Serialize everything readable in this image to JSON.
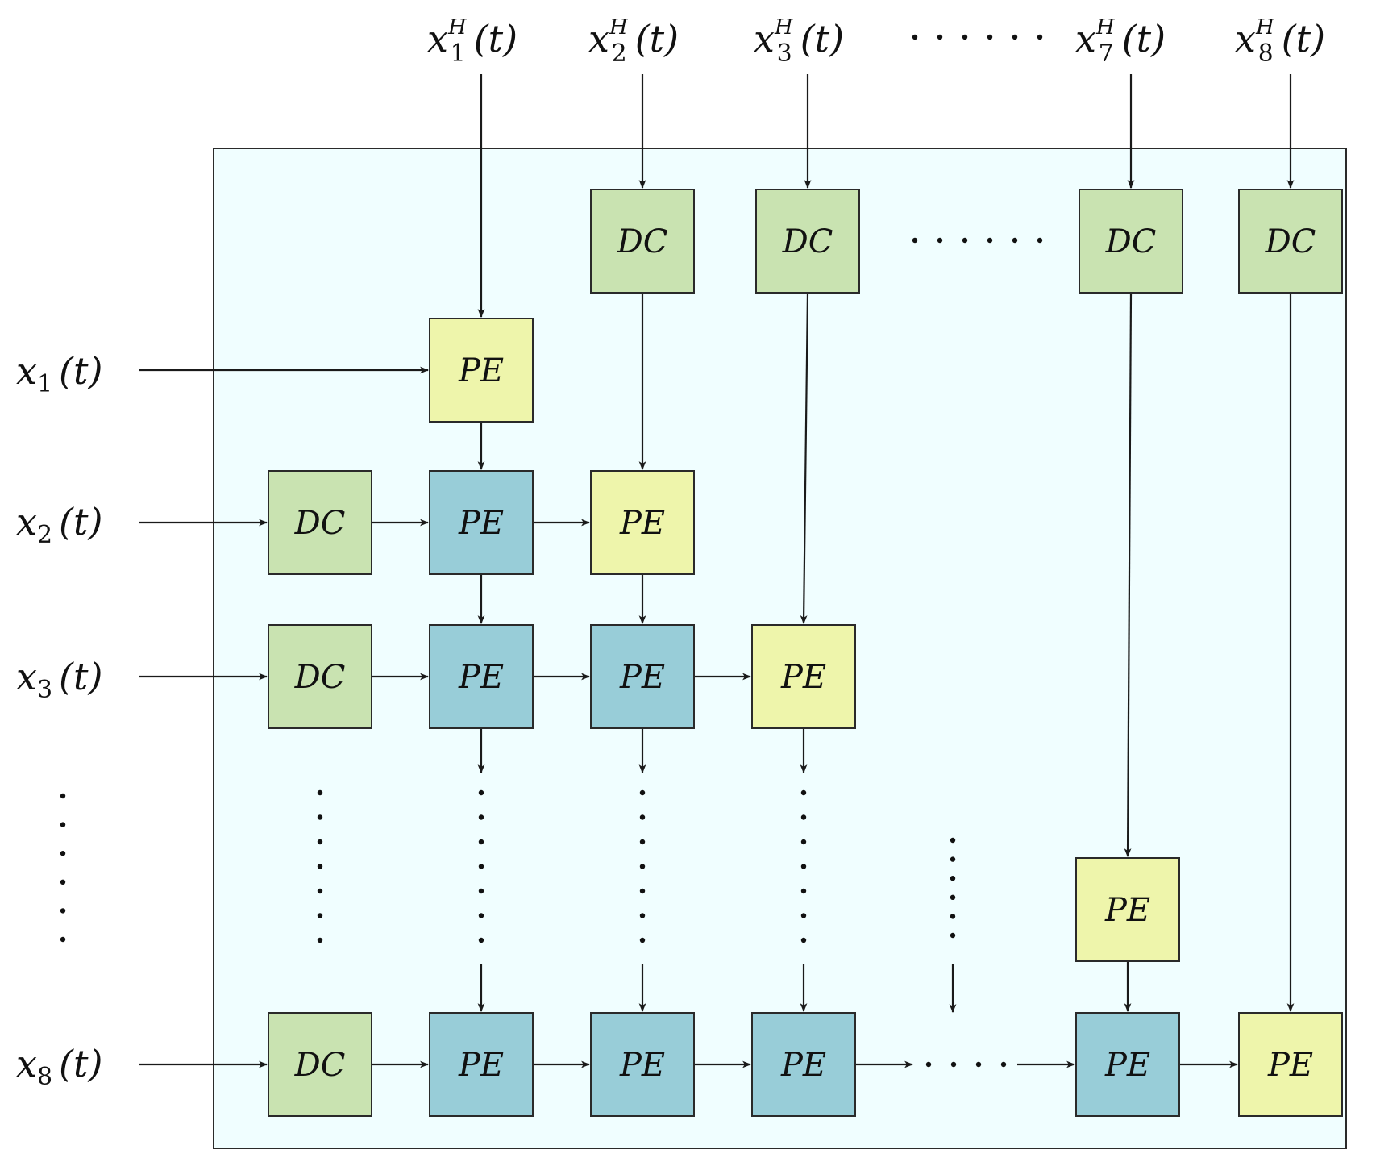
{
  "colors": {
    "panel_fill": "#f0feff",
    "dc_fill": "#c9e3b1",
    "pe_diag_fill": "#eef5ab",
    "pe_inner_fill": "#98cdd8",
    "line": "#1a1a1a"
  },
  "labels": {
    "dc": "DC",
    "pe": "PE"
  },
  "top_inputs": [
    {
      "base": "x",
      "sub": "1",
      "sup": "H",
      "arg": "(t)"
    },
    {
      "base": "x",
      "sub": "2",
      "sup": "H",
      "arg": "(t)"
    },
    {
      "base": "x",
      "sub": "3",
      "sup": "H",
      "arg": "(t)"
    },
    {
      "base": "x",
      "sub": "7",
      "sup": "H",
      "arg": "(t)"
    },
    {
      "base": "x",
      "sub": "8",
      "sup": "H",
      "arg": "(t)"
    }
  ],
  "left_inputs": [
    {
      "base": "x",
      "sub": "1",
      "arg": "(t)"
    },
    {
      "base": "x",
      "sub": "2",
      "arg": "(t)"
    },
    {
      "base": "x",
      "sub": "3",
      "arg": "(t)"
    },
    {
      "base": "x",
      "sub": "8",
      "arg": "(t)"
    }
  ]
}
